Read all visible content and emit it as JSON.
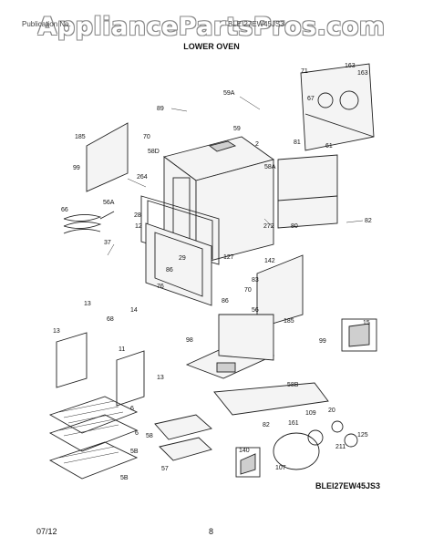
{
  "watermark": "AppliancePartsPros.com",
  "header": {
    "left": "Publication No.",
    "right": "BLEI27EW45JS3"
  },
  "title": "LOWER OVEN",
  "footer": {
    "date": "07/12",
    "page": "8"
  },
  "model_label": "BLEI27EW45JS3",
  "part_labels": [
    "163",
    "163",
    "71",
    "59A",
    "89",
    "59",
    "67",
    "185",
    "70",
    "2",
    "58D",
    "58A",
    "81",
    "99",
    "264",
    "61",
    "56A",
    "66",
    "28",
    "12",
    "272",
    "80",
    "82",
    "37",
    "29",
    "127",
    "142",
    "86",
    "76",
    "83",
    "70",
    "56",
    "185",
    "13",
    "68",
    "14",
    "86",
    "98",
    "13",
    "11",
    "15",
    "58B",
    "99",
    "13",
    "6",
    "82",
    "6",
    "20",
    "109",
    "161",
    "5B",
    "211",
    "125",
    "58",
    "140",
    "107",
    "57",
    "5B"
  ]
}
